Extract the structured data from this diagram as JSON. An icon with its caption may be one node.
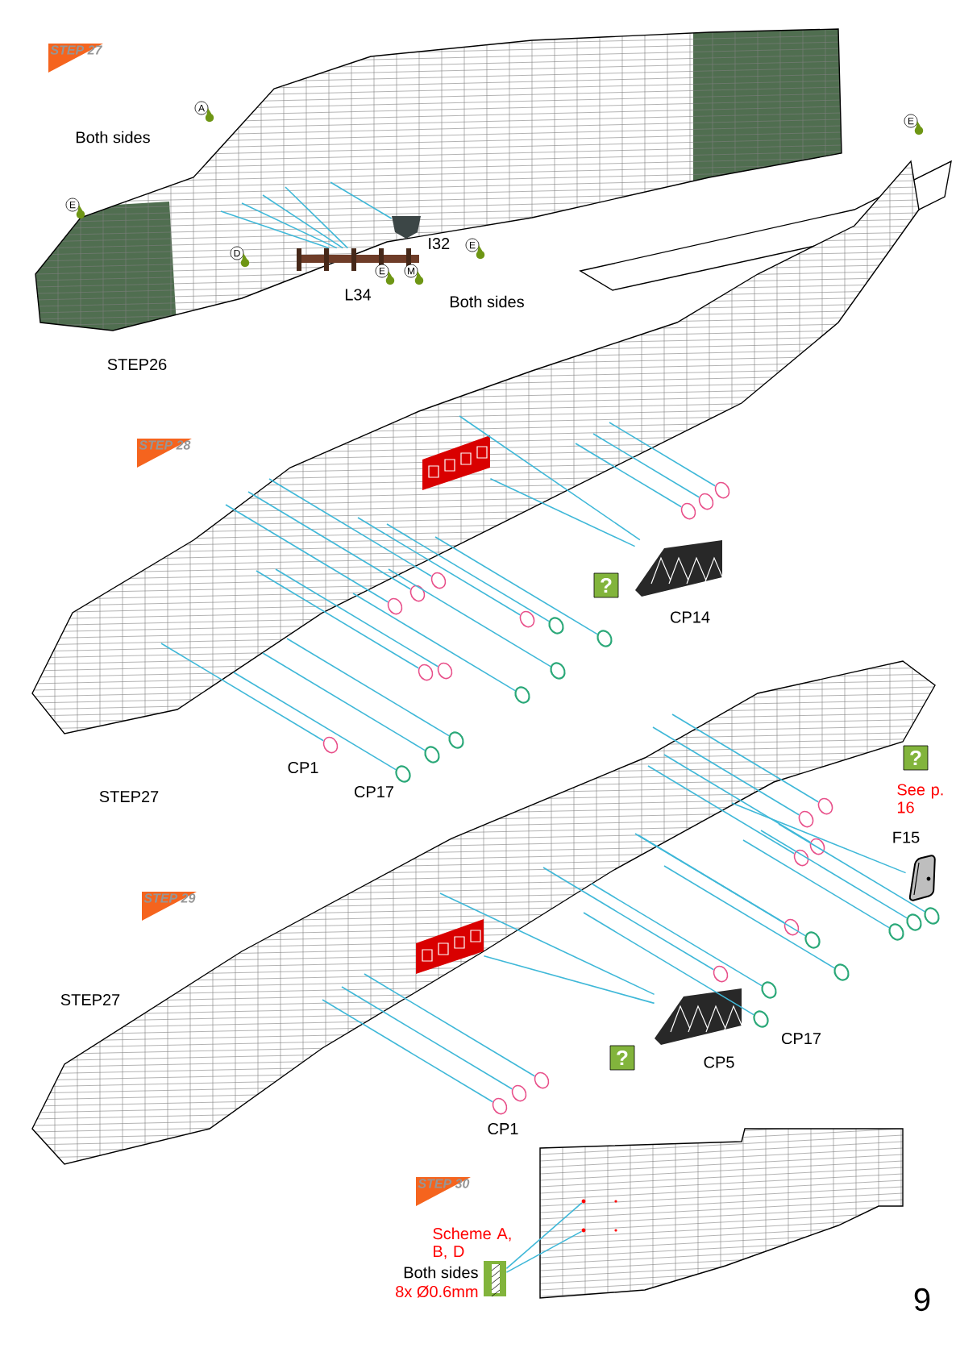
{
  "diagram": {
    "nodes": [
      {
        "text": [],
        "shape": "picture",
        "beside": [
          "L34"
        ]
      },
      {
        "text": [],
        "shape": "picture",
        "beside": [
          "I32"
        ]
      },
      {
        "text": [],
        "shape": "picture",
        "beside": [
          "CP14"
        ]
      },
      {
        "text": [],
        "shape": "circle"
      },
      {
        "text": [],
        "shape": "circle"
      },
      {
        "text": [],
        "shape": "circle"
      },
      {
        "text": [],
        "shape": "circle"
      },
      {
        "text": [],
        "shape": "circle"
      },
      {
        "text": [],
        "shape": "circle"
      },
      {
        "text": [],
        "shape": "circle"
      },
      {
        "text": [],
        "shape": "circle"
      },
      {
        "text": [],
        "shape": "circle"
      },
      {
        "text": [],
        "shape": "circle"
      },
      {
        "text": [],
        "shape": "circle"
      },
      {
        "text": [],
        "shape": "circle"
      },
      {
        "text": [],
        "shape": "circle"
      },
      {
        "text": [],
        "shape": "circle"
      },
      {
        "text": [],
        "shape": "circle"
      },
      {
        "text": [],
        "shape": "circle"
      },
      {
        "text": [],
        "shape": "circle"
      },
      {
        "text": [],
        "shape": "picture",
        "beside": [
          "CP5"
        ]
      },
      {
        "text": [],
        "shape": "picture",
        "beside": [
          "F15"
        ]
      },
      {
        "text": [],
        "shape": "circle"
      },
      {
        "text": [],
        "shape": "circle"
      },
      {
        "text": [],
        "shape": "circle"
      },
      {
        "text": [],
        "shape": "circle"
      },
      {
        "text": [],
        "shape": "circle"
      },
      {
        "text": [],
        "shape": "circle"
      },
      {
        "text": [],
        "shape": "circle"
      },
      {
        "text": [],
        "shape": "circle"
      },
      {
        "text": [],
        "shape": "circle"
      },
      {
        "text": [],
        "shape": "circle"
      },
      {
        "text": [],
        "shape": "circle"
      },
      {
        "text": [],
        "shape": "circle"
      },
      {
        "text": [],
        "shape": "circle"
      },
      {
        "text": [],
        "shape": "circle"
      },
      {
        "text": [],
        "shape": "circle"
      },
      {
        "text": [],
        "shape": "circle"
      },
      {
        "text": [],
        "shape": "picture",
        "beside": [
          "Both sides",
          "8x Ø0.6mm"
        ]
      },
      {
        "text": [],
        "shape": "picture"
      },
      {
        "text": [],
        "shape": "picture"
      },
      {
        "text": [],
        "shape": "circle"
      },
      {
        "text": [],
        "shape": "circle"
      }
    ],
    "edges": [
      {
        "from": 0,
        "to": null,
        "arrow": "none"
      },
      {
        "from": 0,
        "to": null,
        "arrow": "none"
      },
      {
        "from": 0,
        "to": null,
        "arrow": "none"
      },
      {
        "from": 0,
        "to": null,
        "arrow": "none"
      },
      {
        "from": 1,
        "to": null,
        "arrow": "none"
      },
      {
        "from": 2,
        "to": null,
        "arrow": "none"
      },
      {
        "from": 2,
        "to": 39,
        "arrow": "none"
      },
      {
        "from": 3,
        "to": null,
        "arrow": "none"
      },
      {
        "from": 4,
        "to": null,
        "arrow": "none"
      },
      {
        "from": 5,
        "to": null,
        "arrow": "none"
      },
      {
        "from": 6,
        "to": null,
        "arrow": "none"
      },
      {
        "from": 7,
        "to": null,
        "arrow": "none"
      },
      {
        "from": 8,
        "to": null,
        "arrow": "none"
      },
      {
        "from": 9,
        "to": null,
        "arrow": "none"
      },
      {
        "from": 10,
        "to": null,
        "arrow": "none"
      },
      {
        "from": 11,
        "to": null,
        "arrow": "none"
      },
      {
        "from": 12,
        "to": null,
        "arrow": "none"
      },
      {
        "from": 13,
        "to": null,
        "arrow": "none"
      },
      {
        "from": 14,
        "to": null,
        "arrow": "none"
      },
      {
        "from": 15,
        "to": null,
        "arrow": "none"
      },
      {
        "from": 16,
        "to": null,
        "arrow": "none"
      },
      {
        "from": 17,
        "to": null,
        "arrow": "none"
      },
      {
        "from": 18,
        "to": null,
        "arrow": "none"
      },
      {
        "from": 19,
        "to": null,
        "arrow": "none"
      },
      {
        "from": 20,
        "to": null,
        "arrow": "none"
      },
      {
        "from": 20,
        "to": 40,
        "arrow": "none"
      },
      {
        "from": 21,
        "to": null,
        "arrow": "none"
      },
      {
        "from": 22,
        "to": null,
        "arrow": "none"
      },
      {
        "from": 23,
        "to": null,
        "arrow": "none"
      },
      {
        "from": 24,
        "to": null,
        "arrow": "none"
      },
      {
        "from": 25,
        "to": null,
        "arrow": "none"
      },
      {
        "from": 26,
        "to": null,
        "arrow": "none"
      },
      {
        "from": 27,
        "to": null,
        "arrow": "none"
      },
      {
        "from": 28,
        "to": null,
        "arrow": "none"
      },
      {
        "from": 29,
        "to": null,
        "arrow": "none"
      },
      {
        "from": 30,
        "to": null,
        "arrow": "none"
      },
      {
        "from": 31,
        "to": null,
        "arrow": "none"
      },
      {
        "from": 32,
        "to": null,
        "arrow": "none"
      },
      {
        "from": 33,
        "to": null,
        "arrow": "none"
      },
      {
        "from": 34,
        "to": null,
        "arrow": "none"
      },
      {
        "from": 35,
        "to": null,
        "arrow": "none"
      },
      {
        "from": 36,
        "to": null,
        "arrow": "none"
      },
      {
        "from": 37,
        "to": null,
        "arrow": "none"
      },
      {
        "from": 38,
        "to": 41,
        "arrow": "none"
      },
      {
        "from": 38,
        "to": 42,
        "arrow": "none"
      }
    ],
    "labels": [
      "STEP 27",
      "A",
      "Both sides",
      "E",
      "E",
      "D",
      "E",
      "E",
      "M",
      "Both sides",
      "STEP26",
      "STEP 28",
      "?",
      "CP1",
      "CP17",
      "STEP27",
      "?",
      "See p. 16",
      "STEP 29",
      "STEP27",
      "CP17",
      "?",
      "CP1",
      "STEP 30",
      "Scheme A, B, D",
      "9"
    ]
  }
}
